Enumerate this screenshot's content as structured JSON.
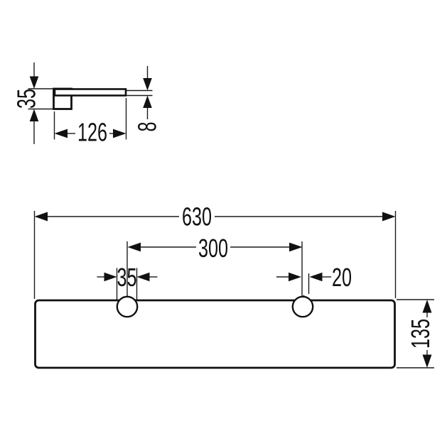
{
  "drawing": {
    "kind": "technical-dimension-drawing",
    "colors": {
      "line": "#111111",
      "background": "#ffffff"
    },
    "side_view": {
      "height_label": "35",
      "depth_label": "126",
      "thickness_label": "8"
    },
    "front_view": {
      "width_label": "630",
      "hole_spacing_label": "300",
      "left_hole_label": "35",
      "right_hole_label": "20",
      "depth_label": "135"
    }
  }
}
